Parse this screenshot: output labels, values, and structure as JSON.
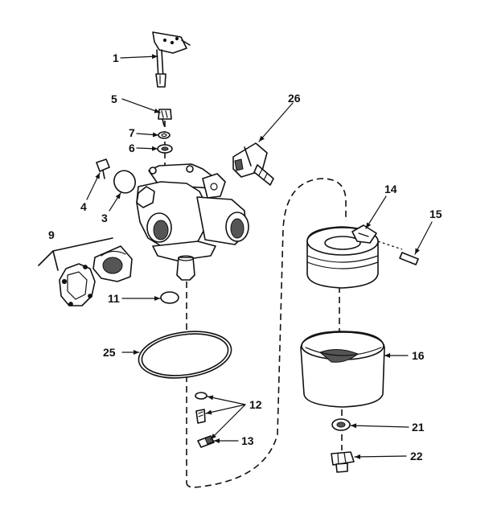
{
  "labels": {
    "p1": "1",
    "p3": "3",
    "p4": "4",
    "p5": "5",
    "p6": "6",
    "p7": "7",
    "p9": "9",
    "p11": "11",
    "p12": "12",
    "p13": "13",
    "p14": "14",
    "p15": "15",
    "p16": "16",
    "p21": "21",
    "p22": "22",
    "p25": "25",
    "p26": "26"
  }
}
